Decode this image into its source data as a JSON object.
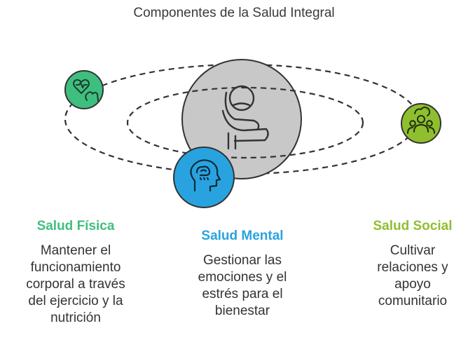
{
  "title": "Componentes de la Salud Integral",
  "colors": {
    "fisica": "#3fbf7f",
    "mental": "#29a3df",
    "social": "#8fbf2f",
    "center": "#c8c8c8",
    "outline": "#333333"
  },
  "icons": {
    "fisica": "heart-arm-icon",
    "center": "meditation-icon",
    "mental": "brain-head-icon",
    "social": "community-icon"
  },
  "components": {
    "fisica": {
      "heading": "Salud Física",
      "desc_lines": [
        "Mantener el",
        "funcionamiento",
        "corporal a través",
        "del ejercicio y la",
        "nutrición"
      ]
    },
    "mental": {
      "heading": "Salud Mental",
      "desc_lines": [
        "Gestionar las",
        "emociones y el",
        "estrés para el",
        "bienestar"
      ]
    },
    "social": {
      "heading": "Salud Social",
      "desc_lines": [
        "Cultivar",
        "relaciones y",
        "apoyo",
        "comunitario"
      ]
    }
  }
}
